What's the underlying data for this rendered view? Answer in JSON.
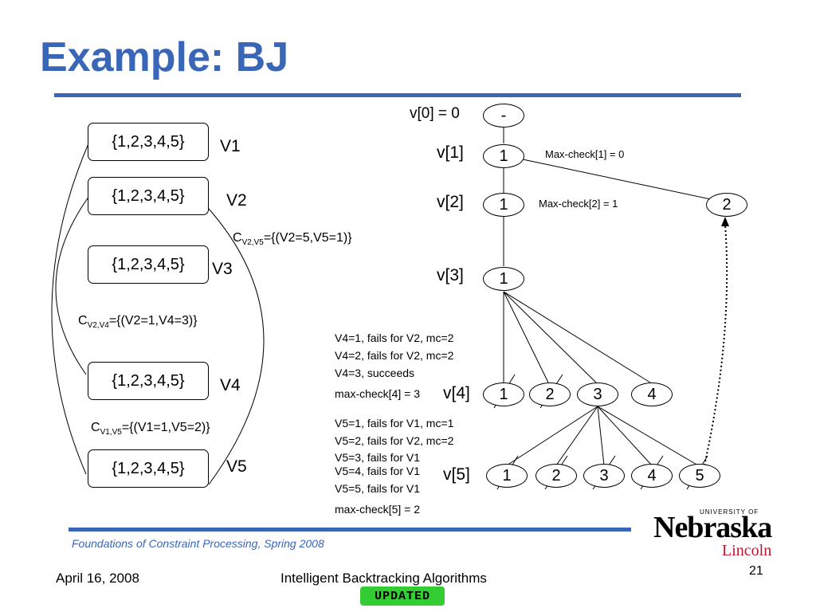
{
  "slide": {
    "title": "Example: BJ",
    "footer_course": "Foundations of Constraint Processing, Spring 2008",
    "footer_date": "April 16, 2008",
    "footer_center": "Intelligent Backtracking Algorithms",
    "page_number": "21",
    "updated_badge": "UPDATED",
    "accent_color": "#3a66b8"
  },
  "variables": [
    {
      "domain": "{1,2,3,4,5}",
      "label": "V1"
    },
    {
      "domain": "{1,2,3,4,5}",
      "label": "V2"
    },
    {
      "domain": "{1,2,3,4,5}",
      "label": "V3"
    },
    {
      "domain": "{1,2,3,4,5}",
      "label": "V4"
    },
    {
      "domain": "{1,2,3,4,5}",
      "label": "V5"
    }
  ],
  "constraints": [
    {
      "prefix": "C",
      "sub": "V2,V5",
      "body": "={(V2=5,V5=1)}"
    },
    {
      "prefix": "C",
      "sub": "V2,V4",
      "body": "={(V2=1,V4=3)}"
    },
    {
      "prefix": "C",
      "sub": "V1,V5",
      "body": "={(V1=1,V5=2)}"
    }
  ],
  "tree": {
    "level_labels": [
      "v[0] = 0",
      "v[1]",
      "v[2]",
      "v[3]",
      "v[4]",
      "v[5]"
    ],
    "root": "-",
    "level1": [
      "1"
    ],
    "level2": [
      "1",
      "2"
    ],
    "level3": [
      "1"
    ],
    "level4": [
      "1",
      "2",
      "3",
      "4"
    ],
    "level5": [
      "1",
      "2",
      "3",
      "4",
      "5"
    ]
  },
  "annotations": {
    "maxcheck1": "Max-check[1] = 0",
    "maxcheck2": "Max-check[2] = 1",
    "v4_notes": [
      "V4=1, fails for V2, mc=2",
      "V4=2, fails for V2, mc=2",
      "V4=3, succeeds",
      "max-check[4] = 3"
    ],
    "v5_notes": [
      "V5=1, fails for V1, mc=1",
      "V5=2, fails for V2, mc=2",
      "V5=3, fails for V1",
      "V5=4, fails for V1",
      "V5=5, fails for V1",
      "max-check[5] = 2"
    ]
  },
  "logo": {
    "university": "UNIVERSITY OF",
    "name": "Nebraska",
    "campus": "Lincoln"
  }
}
